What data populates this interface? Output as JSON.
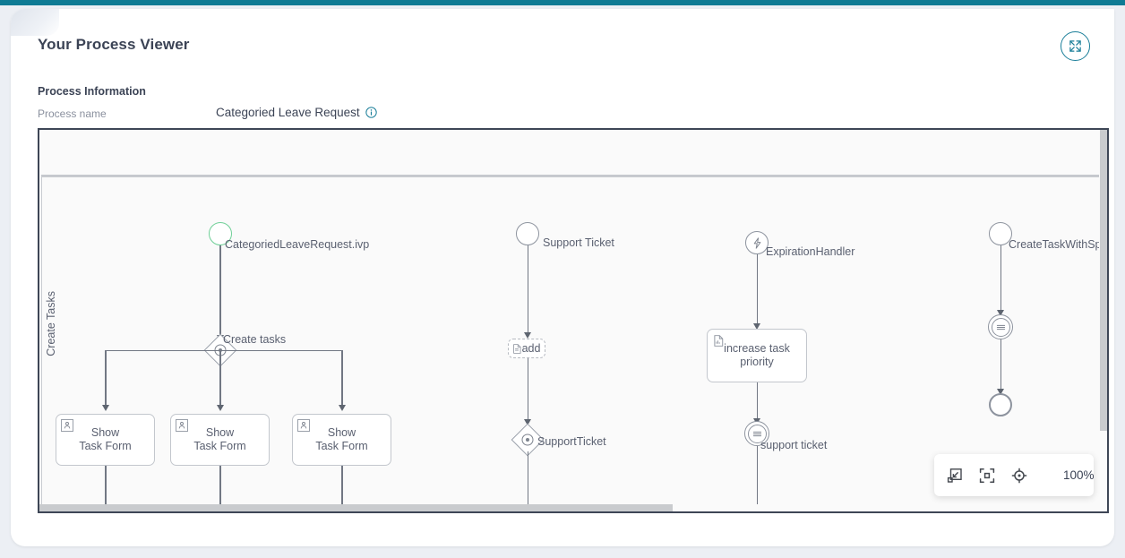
{
  "app": {
    "title": "Your Process Viewer",
    "accent_color": "#0f7b94",
    "expand_icon": "fullscreen-expand-icon"
  },
  "process_information": {
    "section_title": "Process Information",
    "process_name_label": "Process name",
    "process_name_value": "Categoried Leave Request",
    "info_icon": "info-circle-icon"
  },
  "diagram": {
    "lane_label": "Create Tasks",
    "nodes": {
      "start_event": {
        "label": "CategoriedLeaveRequest.ivp",
        "icon": "start-event-circle"
      },
      "create_tasks_gateway": {
        "label": "Create tasks",
        "icon": "event-based-gateway-icon"
      },
      "task_1": {
        "line1": "Show",
        "line2": "Task Form",
        "icon": "user-task-icon"
      },
      "task_2": {
        "line1": "Show",
        "line2": "Task Form",
        "icon": "user-task-icon"
      },
      "task_3": {
        "line1": "Show",
        "line2": "Task Form",
        "icon": "user-task-icon"
      },
      "support_ticket_start": {
        "label": "Support Ticket",
        "icon": "start-event-circle"
      },
      "add_step": {
        "label": "add",
        "icon": "document-script-icon"
      },
      "support_ticket_gateway": {
        "label": "SupportTicket",
        "icon": "event-based-gateway-icon"
      },
      "expiration_handler_start": {
        "label": "ExpirationHandler",
        "icon": "bolt-error-event-icon"
      },
      "increase_task_priority": {
        "line1": "increase task",
        "line2": "priority",
        "icon": "document-script-icon"
      },
      "support_ticket_intermediate": {
        "label": "support ticket",
        "icon": "multiple-intermediate-event-icon"
      },
      "create_task_with_spec_start": {
        "label": "CreateTaskWithSpec",
        "icon": "start-event-circle"
      },
      "create_task_intermediate": {
        "label": "",
        "icon": "multiple-intermediate-event-icon"
      },
      "create_task_end": {
        "label": "",
        "icon": "end-event-circle"
      }
    }
  },
  "zoom_toolbar": {
    "fit_content_icon": "fit-content-icon",
    "fit_viewport_icon": "fit-viewport-icon",
    "reset_center_icon": "crosshair-target-icon",
    "zoom_level": "100%"
  },
  "scrollbars": {
    "vertical": "vertical-scrollbar",
    "horizontal": "horizontal-scrollbar"
  }
}
